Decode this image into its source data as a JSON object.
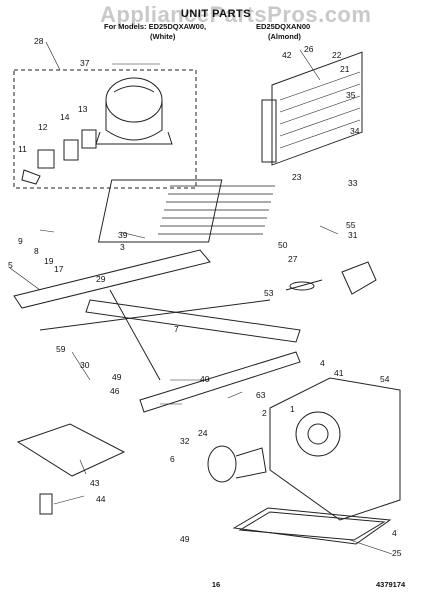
{
  "watermark": "AppliancePartsPros.com",
  "title": "UNIT PARTS",
  "subtitle_left": "For Models: ED25DQXAW00,",
  "subtitle_right": "ED25DQXAN00",
  "variant_left": "(White)",
  "variant_right": "(Almond)",
  "page_number": "16",
  "part_code": "4379174",
  "callouts": [
    "28",
    "37",
    "26",
    "42",
    "22",
    "21",
    "35",
    "34",
    "12",
    "14",
    "13",
    "11",
    "23",
    "33",
    "39",
    "55",
    "9",
    "8",
    "50",
    "31",
    "19",
    "27",
    "17",
    "29",
    "3",
    "5",
    "53",
    "7",
    "59",
    "30",
    "49",
    "40",
    "46",
    "4",
    "41",
    "54",
    "63",
    "2",
    "1",
    "32",
    "24",
    "6",
    "43",
    "44",
    "49",
    "4",
    "25"
  ]
}
